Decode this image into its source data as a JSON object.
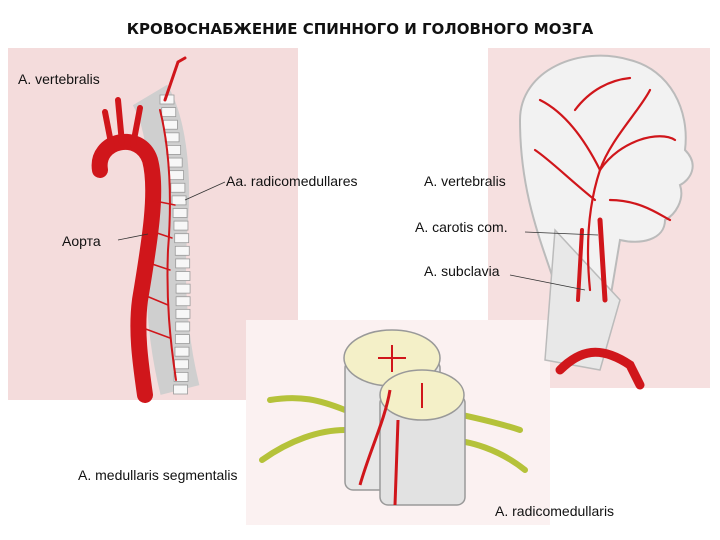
{
  "title": "КРОВОСНАБЖЕНИЕ СПИННОГО И ГОЛОВНОГО МОЗГА",
  "labels": {
    "vertebralis_left": "A. vertebralis",
    "radicomedullares": "Aa. radicomedullares",
    "aorta": "Аорта",
    "vertebralis_right": "A. vertebralis",
    "carotis": "A. carotis com.",
    "subclavia": "A. subclavia",
    "medullaris_segmentalis": "A. medullaris segmentalis",
    "radicomedullaris": "A. radicomedullaris"
  },
  "colors": {
    "artery": "#d0161b",
    "bone": "#e9e9e9",
    "panel": "#f4dcdc",
    "nerve": "#b5c23a"
  }
}
